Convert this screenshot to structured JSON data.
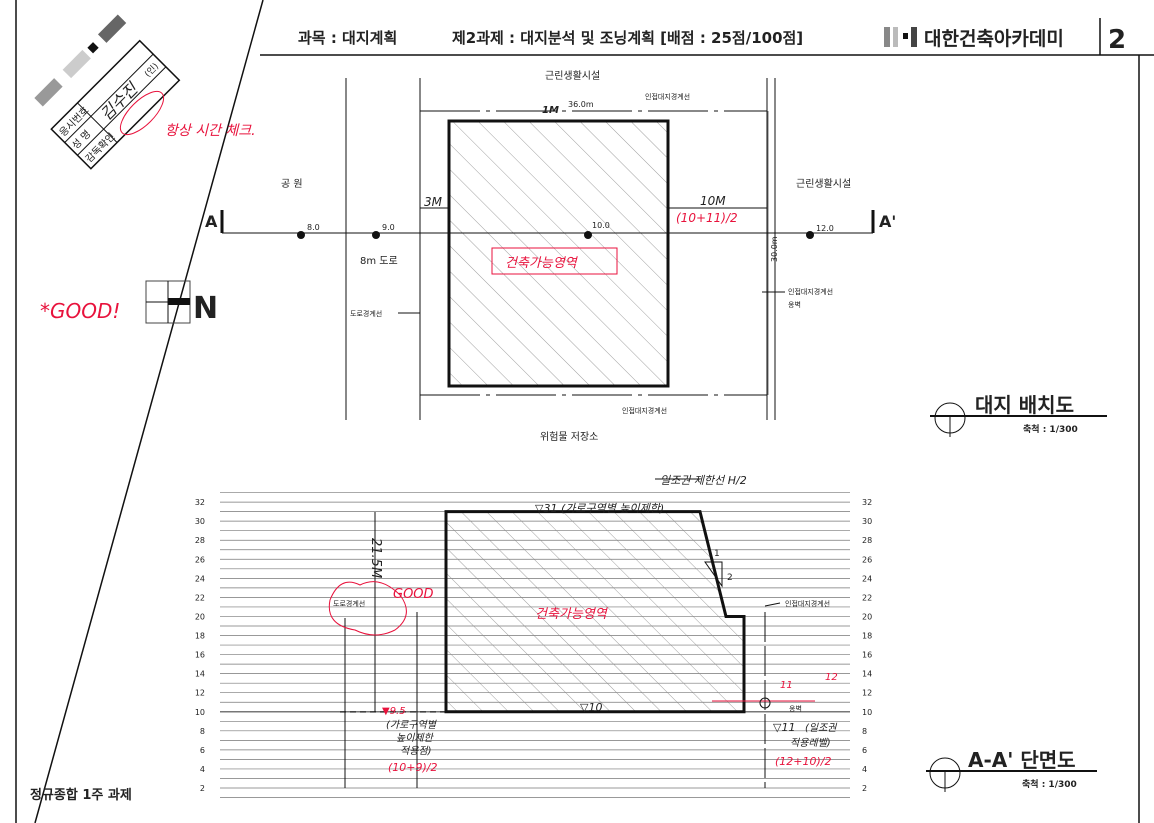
{
  "header": {
    "subject": "과목 : 대지계획",
    "assignment": "제2과제 : 대지분석 및 조닝계획  [배점 : 25점/100점]",
    "academy": "대한건축아카데미",
    "sheet_number": "2"
  },
  "title_block": {
    "exam_number_label": "응시번호",
    "name_label": "성  명",
    "name_value": "김수진",
    "seal_mark": "(인)",
    "supervisor_label": "감독확인"
  },
  "footer": {
    "course": "정규종합 1주 과제"
  },
  "annotations": {
    "time_check": "항상 시간 체크.",
    "good_top": "*GOOD!",
    "good_section": "GOOD"
  },
  "north_arrow": {
    "label": "N"
  },
  "site_plan": {
    "title": "대지 배치도",
    "scale": "축척 : 1/300",
    "top_neighbor": "근린생활시설",
    "left_area": "공 원",
    "right_neighbor": "근린생활시설",
    "road": "8m 도로",
    "road_boundary": "도로경계선",
    "adjacent_boundary_top": "인접대지경계선",
    "adjacent_boundary_right": "인접대지경계선",
    "retaining_wall": "옹벽",
    "adjacent_boundary_bottom": "인접대지경계선",
    "bottom_facility": "위험물 저장소",
    "width_dim": "36.0m",
    "depth_dim": "30.0m",
    "top_setback": "1M",
    "left_setback": "3M",
    "right_setback": "10M",
    "right_setback_calc": "(10+11)/2",
    "buildable_area": "건축가능영역",
    "section_start": "A",
    "section_end": "A'",
    "elevations": [
      "8.0",
      "9.0",
      "10.0",
      "12.0"
    ]
  },
  "section": {
    "title": "A-A' 단면도",
    "scale": "축척 : 1/300",
    "ticks": [
      2,
      4,
      6,
      8,
      10,
      12,
      14,
      16,
      18,
      20,
      22,
      24,
      26,
      28,
      30,
      32
    ],
    "height_limit": "▽31 (가로구역별 높이제한)",
    "sunlight_line": "일조권 제한선 H/2",
    "slope_run": "1",
    "slope_rise": "2",
    "buildable_area": "건축가능영역",
    "ground_level": "▽10",
    "height_dim": "21.5M",
    "road_boundary": "도로경계선",
    "adjacent_boundary": "인접대지경계선",
    "retaining_wall": "옹벽",
    "left_point_level": "▼9.5",
    "left_point_note": [
      "(가로구역별",
      "높이제한",
      "적용점)"
    ],
    "left_point_calc": "(10+9)/2",
    "right_point_level": "▽11",
    "right_point_note": [
      "(일조권",
      "적용레벨)"
    ],
    "right_point_calc": "(12+10)/2",
    "mark_11": "11",
    "mark_12": "12"
  }
}
